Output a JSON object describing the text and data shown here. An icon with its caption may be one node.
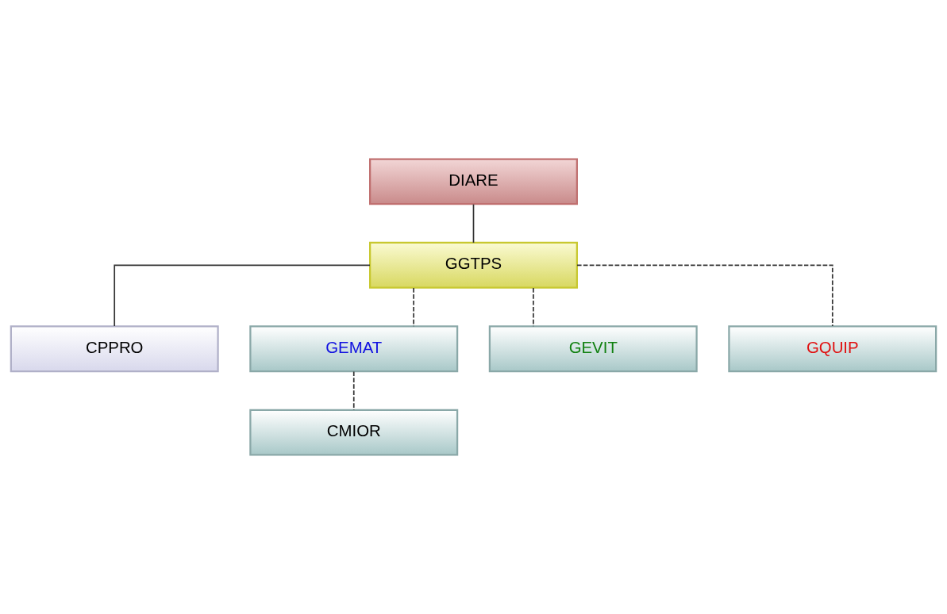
{
  "diagram": {
    "nodes": [
      {
        "text": [
          "DIARE"
        ]
      },
      {
        "text": [
          "GGTPS"
        ]
      },
      {
        "text": [
          "CPPRO"
        ]
      },
      {
        "text": [
          "GEMAT"
        ]
      },
      {
        "text": [
          "GEVIT"
        ]
      },
      {
        "text": [
          "GQUIP"
        ]
      },
      {
        "text": [
          "CMIOR"
        ]
      }
    ],
    "edges": [
      {
        "from": 0,
        "to": 1,
        "arrow": "none"
      },
      {
        "from": 1,
        "to": 2,
        "arrow": "none"
      },
      {
        "from": 1,
        "to": 3,
        "arrow": "none",
        "style": "dashed"
      },
      {
        "from": 1,
        "to": 4,
        "arrow": "none",
        "style": "dashed"
      },
      {
        "from": 1,
        "to": 5,
        "arrow": "none",
        "style": "dashed"
      },
      {
        "from": 3,
        "to": 6,
        "arrow": "none",
        "style": "dashed"
      }
    ]
  }
}
